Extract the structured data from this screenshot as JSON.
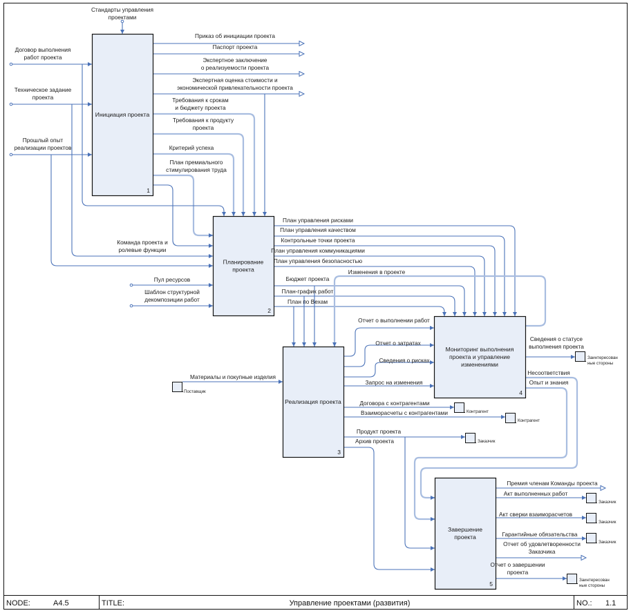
{
  "diagram": {
    "boxes": [
      {
        "id": 1,
        "title": [
          "Инициация проекта"
        ],
        "number": "1"
      },
      {
        "id": 2,
        "title": [
          "Планирование",
          "проекта"
        ],
        "number": "2"
      },
      {
        "id": 3,
        "title": [
          "Реализация проекта"
        ],
        "number": "3"
      },
      {
        "id": 4,
        "title": [
          "Мониторинг выполнения",
          "проекта и управление",
          "изменениями"
        ],
        "number": "4"
      },
      {
        "id": 5,
        "title": [
          "Завершение",
          "проекта"
        ],
        "number": "5"
      }
    ],
    "controls_top": [
      {
        "label": [
          "Стандарты управления",
          "проектами"
        ]
      }
    ],
    "inputs_left": [
      {
        "label": [
          "Договор выполнения",
          "работ проекта"
        ]
      },
      {
        "label": [
          "Техническое задание",
          "проекта"
        ]
      },
      {
        "label": [
          "Прошлый опыт",
          "реализации проектов"
        ]
      },
      {
        "label": [
          "Команда проекта и",
          "ролевые функции"
        ]
      },
      {
        "label": [
          "Пул ресурсов"
        ]
      },
      {
        "label": [
          "Шаблон структурной",
          "декомпозиции работ"
        ]
      },
      {
        "label": [
          "Материалы и покупные изделия"
        ]
      }
    ],
    "box1_outputs": [
      {
        "label": [
          "Приказ об инициации проекта"
        ]
      },
      {
        "label": [
          "Паспорт проекта"
        ]
      },
      {
        "label": [
          "Экспертное заключение",
          "о реализуемости проекта"
        ]
      },
      {
        "label": [
          "Экспертная оценка стоимости и",
          "экономической привлекательности проекта"
        ]
      },
      {
        "label": [
          "Требования к срокам",
          "и бюджету проекта"
        ]
      },
      {
        "label": [
          "Требования к продукту",
          "проекта"
        ]
      },
      {
        "label": [
          "Критерий успеха"
        ]
      },
      {
        "label": [
          "План премиального",
          "стимулирования труда"
        ]
      }
    ],
    "box2_outputs": [
      {
        "label": [
          "План управления рисками"
        ]
      },
      {
        "label": [
          "План управления качеством"
        ]
      },
      {
        "label": [
          "Контрольные точки проекта"
        ]
      },
      {
        "label": [
          "План управления коммуникациями"
        ]
      },
      {
        "label": [
          "План управления безопасностью"
        ]
      },
      {
        "label": [
          "Бюджет проекта"
        ]
      },
      {
        "label": [
          "План-график работ"
        ]
      },
      {
        "label": [
          "План по Вехам"
        ]
      }
    ],
    "box4_feedback": {
      "label": [
        "Изменения в проекте"
      ]
    },
    "box3_outputs": [
      {
        "label": [
          "Отчет о выполнении работ"
        ]
      },
      {
        "label": [
          "Отчет о затратах"
        ]
      },
      {
        "label": [
          "Сведения о рисках"
        ]
      },
      {
        "label": [
          "Запрос на изменения"
        ]
      },
      {
        "label": [
          "Договора с контрагентами"
        ]
      },
      {
        "label": [
          "Взаиморасчеты с контрагентами"
        ]
      },
      {
        "label": [
          "Продукт проекта"
        ]
      },
      {
        "label": [
          "Архив проекта"
        ]
      }
    ],
    "box4_outputs": [
      {
        "label": [
          "Сведения о статусе",
          "выполнения проекта"
        ]
      },
      {
        "label": [
          "Несоответствия"
        ]
      },
      {
        "label": [
          "Опыт и знания"
        ]
      }
    ],
    "box5_outputs": [
      {
        "label": [
          "Премия членам Команды проекта"
        ]
      },
      {
        "label": [
          "Акт выполненных работ"
        ]
      },
      {
        "label": [
          "Акт сверки взаиморасчетов"
        ]
      },
      {
        "label": [
          "Гарантийные обязательства"
        ]
      },
      {
        "label": [
          "Отчет об удовлетворенности",
          "Заказчика"
        ]
      },
      {
        "label": [
          "Отчет о завершении",
          "проекта"
        ]
      }
    ],
    "externals": [
      {
        "name": [
          "Поставщик"
        ]
      },
      {
        "name": [
          "Заинтересован",
          "ные стороны"
        ]
      },
      {
        "name": [
          "Контрагент"
        ]
      },
      {
        "name": [
          "Контрагент"
        ]
      },
      {
        "name": [
          "Заказчик"
        ]
      },
      {
        "name": [
          "Заказчик"
        ]
      },
      {
        "name": [
          "Заказчик"
        ]
      },
      {
        "name": [
          "Заказчик"
        ]
      },
      {
        "name": [
          "Заинтересован",
          "ные стороны"
        ]
      }
    ]
  },
  "footer": {
    "node_label": "NODE:",
    "node_value": "A4.5",
    "title_label": "TITLE:",
    "title_value": "Управление проектами (развития)",
    "no_label": "NO.:",
    "no_value": "1.1"
  },
  "colors": {
    "arrow": "#4a72b8",
    "box_fill": "#e8eef8",
    "border": "#111111"
  }
}
